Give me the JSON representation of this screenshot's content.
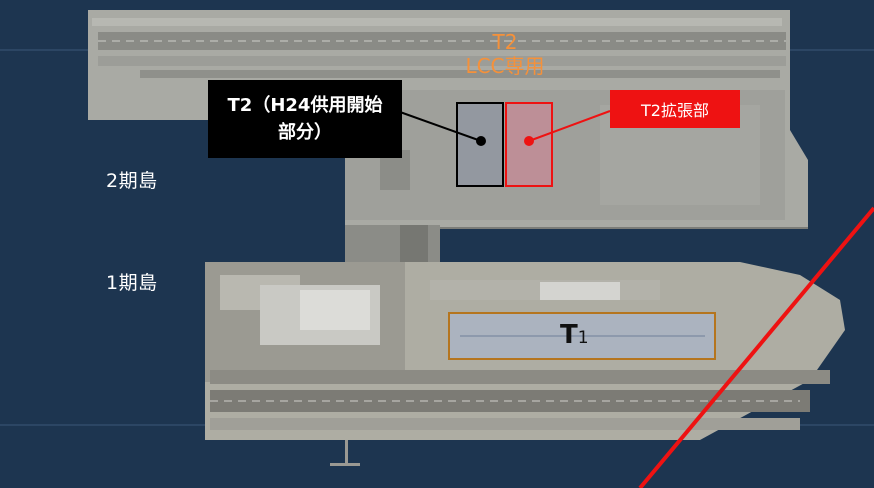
{
  "map": {
    "island_phase2_label": "2期島",
    "island_phase1_label": "1期島",
    "t2_title_line1": "T2",
    "t2_title_line2": "LCC専用",
    "t2_initial_label": "T2（H24供用開始部分）",
    "t2_expansion_label": "T2拡張部",
    "t1_label_main": "T",
    "t1_label_sub": "1"
  },
  "colors": {
    "sea": "#1d3550",
    "t2_title": "#f5913a",
    "expansion": "#ee1212",
    "t1_outline": "#b5751e"
  },
  "icons": [
    "black-dot-marker",
    "red-dot-marker"
  ]
}
